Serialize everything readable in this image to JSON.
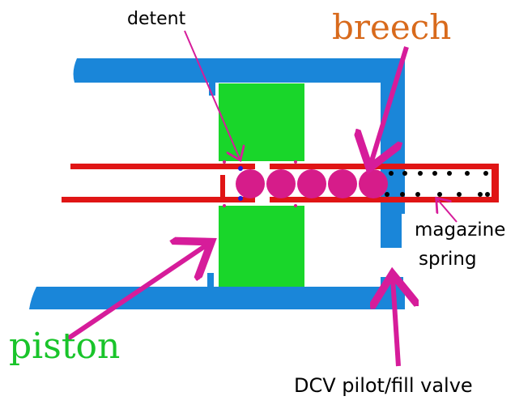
{
  "labels": {
    "detent": "detent",
    "breech": "breech",
    "magazine": "magazine",
    "spring": "spring",
    "piston": "piston",
    "dcv": "DCV pilot/fill valve"
  },
  "colors": {
    "blue": "#1a86d9",
    "green": "#19d62a",
    "red": "#e01515",
    "magenta": "#d61c8a",
    "arrow": "#d61c9a",
    "dot": "#000000",
    "detent_dot": "#1a1adf",
    "breech_text": "#d86a1c",
    "piston_text": "#19c42a",
    "text": "#000000"
  }
}
